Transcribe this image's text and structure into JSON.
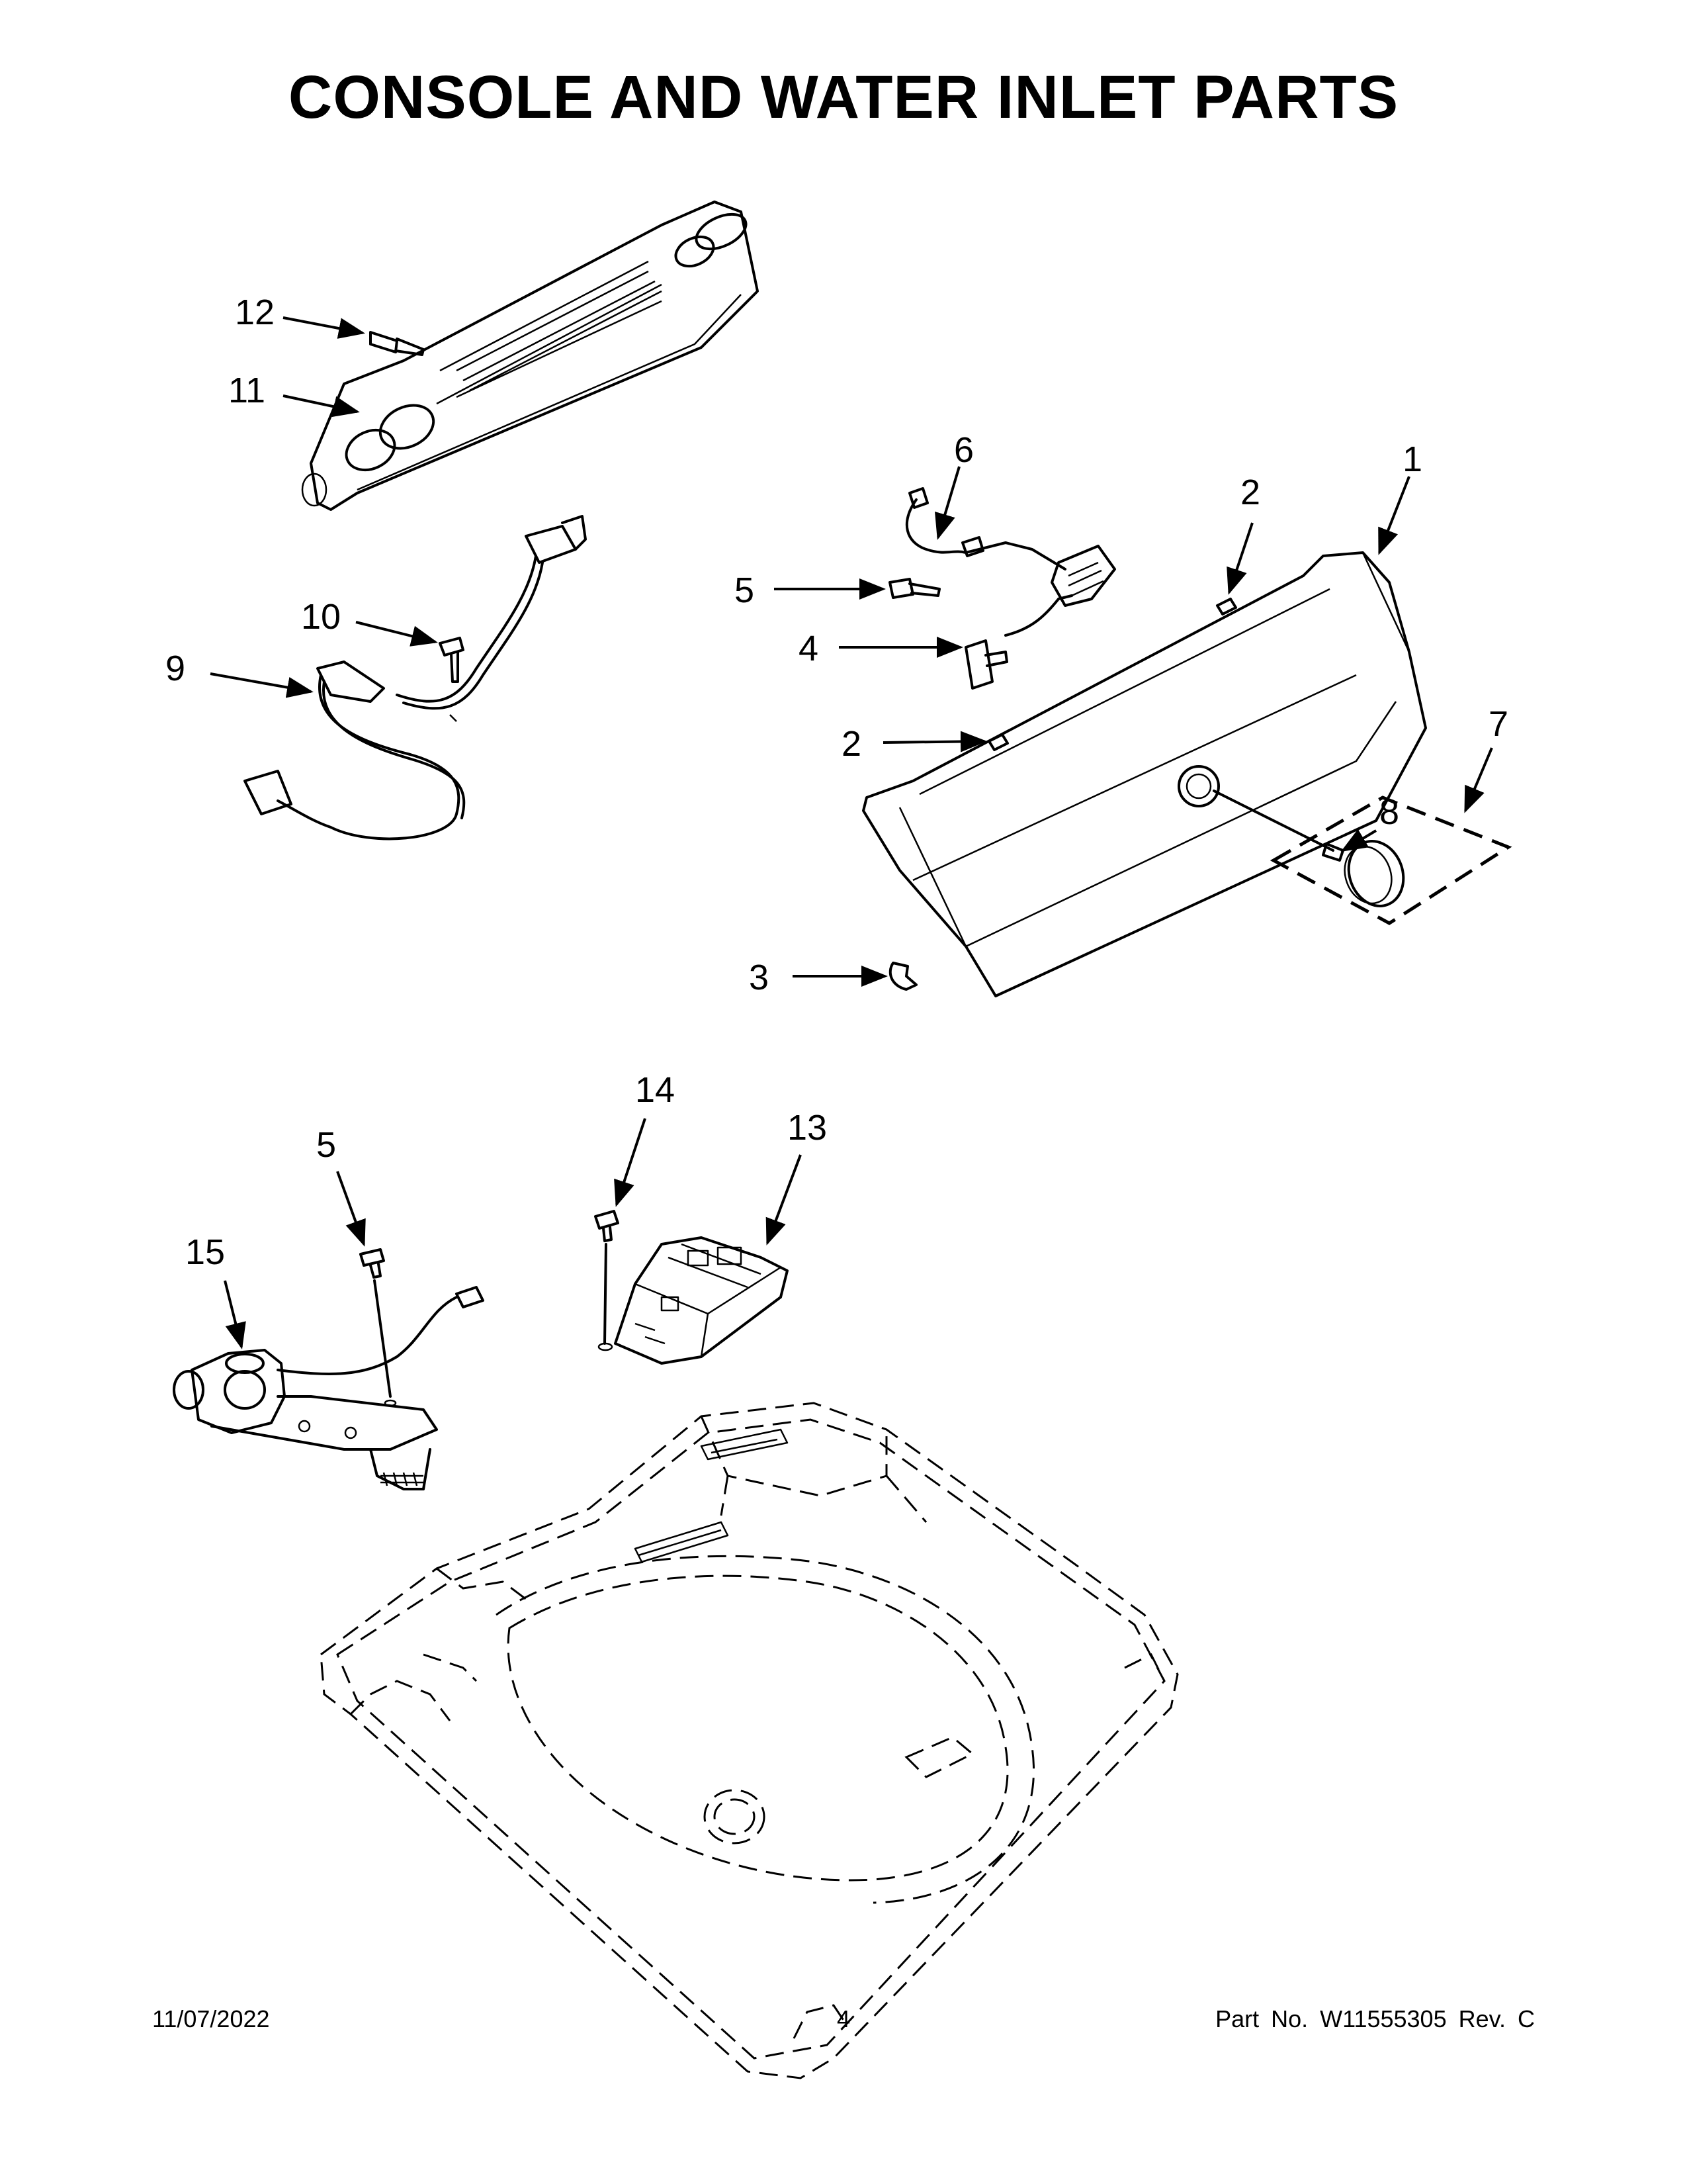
{
  "title": "CONSOLE AND WATER INLET PARTS",
  "footer": {
    "date": "11/07/2022",
    "page": "4",
    "part_label": "Part No.",
    "part_number": "W11555305",
    "rev_label": "Rev.",
    "rev": "C"
  },
  "callouts": {
    "c1": "1",
    "c2a": "2",
    "c2b": "2",
    "c3": "3",
    "c4": "4",
    "c5a": "5",
    "c5b": "5",
    "c6": "6",
    "c7": "7",
    "c8": "8",
    "c9": "9",
    "c10": "10",
    "c11": "11",
    "c12": "12",
    "c13": "13",
    "c14": "14",
    "c15": "15"
  }
}
